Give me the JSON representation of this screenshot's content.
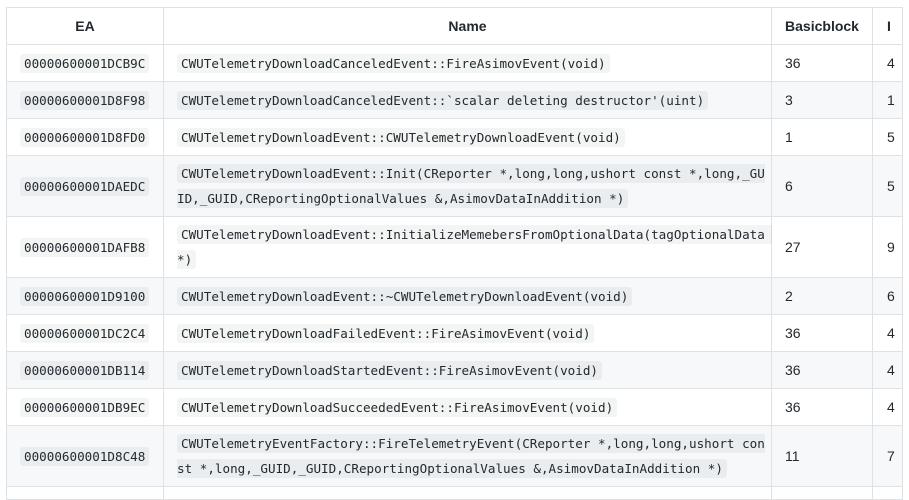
{
  "table": {
    "headers": [
      "EA",
      "Name",
      "Basicblock",
      "I"
    ],
    "rows": [
      {
        "ea": "00000600001DCB9C",
        "name": "CWUTelemetryDownloadCanceledEvent::FireAsimovEvent(void)",
        "basicblock": "36",
        "extra": "4"
      },
      {
        "ea": "00000600001D8F98",
        "name": "CWUTelemetryDownloadCanceledEvent::`scalar deleting destructor'(uint)",
        "basicblock": "3",
        "extra": "1"
      },
      {
        "ea": "00000600001D8FD0",
        "name": "CWUTelemetryDownloadEvent::CWUTelemetryDownloadEvent(void)",
        "basicblock": "1",
        "extra": "5"
      },
      {
        "ea": "00000600001DAEDC",
        "name": "CWUTelemetryDownloadEvent::Init(CReporter *,long,long,ushort const *,long,_GUID,_GUID,CReportingOptionalValues &,AsimovDataInAddition *)",
        "basicblock": "6",
        "extra": "5"
      },
      {
        "ea": "00000600001DAFB8",
        "name": "CWUTelemetryDownloadEvent::InitializeMemebersFromOptionalData(tagOptionalData *)",
        "basicblock": "27",
        "extra": "9"
      },
      {
        "ea": "00000600001D9100",
        "name": "CWUTelemetryDownloadEvent::~CWUTelemetryDownloadEvent(void)",
        "basicblock": "2",
        "extra": "6"
      },
      {
        "ea": "00000600001DC2C4",
        "name": "CWUTelemetryDownloadFailedEvent::FireAsimovEvent(void)",
        "basicblock": "36",
        "extra": "4"
      },
      {
        "ea": "00000600001DB114",
        "name": "CWUTelemetryDownloadStartedEvent::FireAsimovEvent(void)",
        "basicblock": "36",
        "extra": "4"
      },
      {
        "ea": "00000600001DB9EC",
        "name": "CWUTelemetryDownloadSucceededEvent::FireAsimovEvent(void)",
        "basicblock": "36",
        "extra": "4"
      },
      {
        "ea": "00000600001D8C48",
        "name": "CWUTelemetryEventFactory::FireTelemetryEvent(CReporter *,long,long,ushort const *,long,_GUID,_GUID,CReportingOptionalValues &,AsimovDataInAddition *)",
        "basicblock": "11",
        "extra": "7"
      }
    ]
  }
}
